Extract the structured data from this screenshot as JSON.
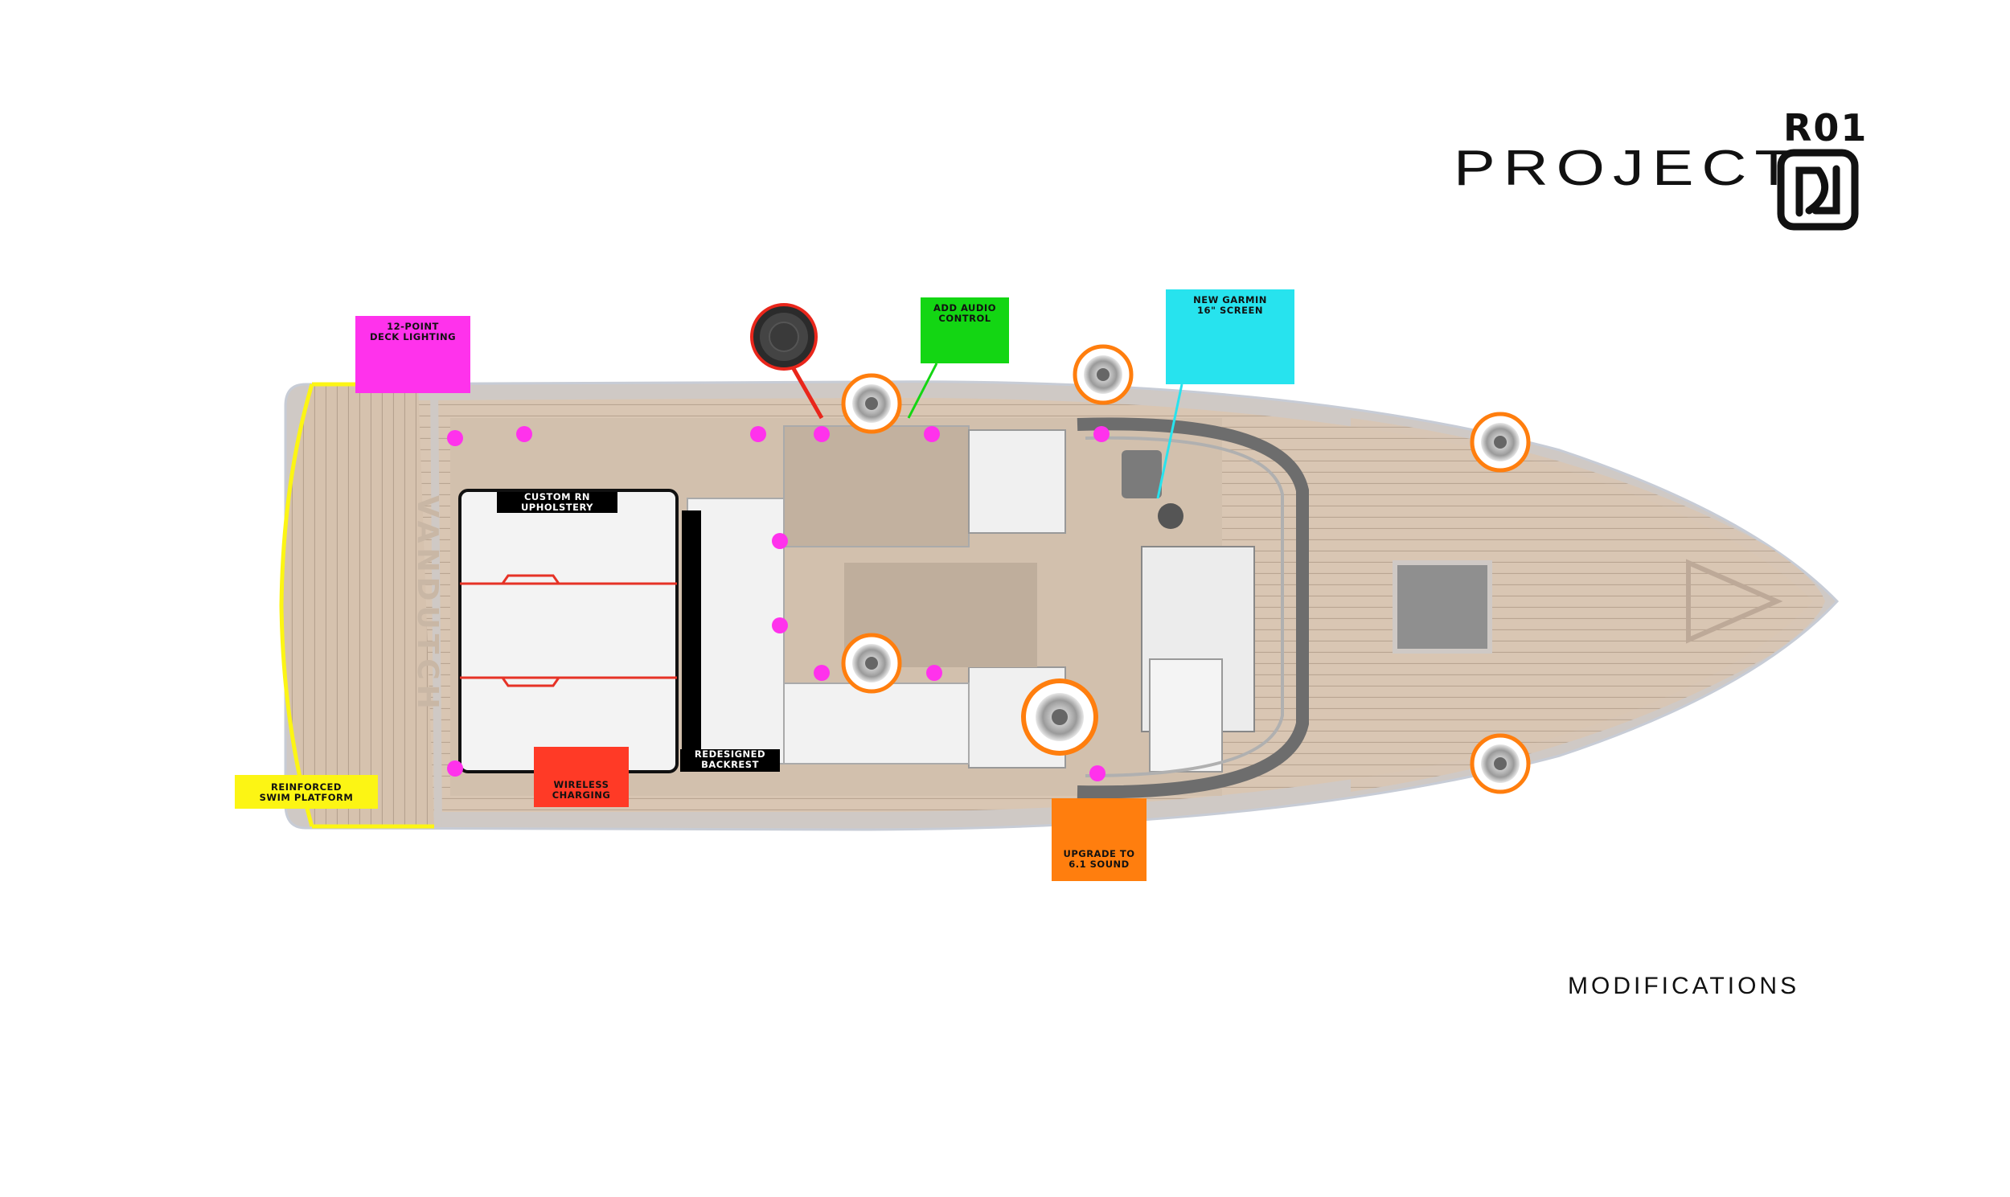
{
  "brand": {
    "word": "PROJECT",
    "code": "R01"
  },
  "footer": {
    "label": "MODIFICATIONS"
  },
  "boat": {
    "transom_text": "VANDUTCH"
  },
  "callouts": {
    "deck_lighting": {
      "line1": "12-POINT",
      "line2": "DECK LIGHTING"
    },
    "audio_control": {
      "line1": "ADD AUDIO",
      "line2": "CONTROL"
    },
    "garmin": {
      "line1": "NEW GARMIN",
      "line2": "16\" SCREEN"
    },
    "sound": {
      "line1": "UPGRADE TO",
      "line2": "6.1 SOUND"
    },
    "wireless": {
      "line1": "WIRELESS",
      "line2": "CHARGING"
    },
    "swim_platform": {
      "line1": "REINFORCED",
      "line2": "SWIM PLATFORM"
    },
    "upholstery": {
      "line1": "CUSTOM RN",
      "line2": "UPHOLSTERY"
    },
    "backrest": {
      "line1": "REDESIGNED",
      "line2": "BACKREST"
    }
  },
  "colors": {
    "deck_lighting": "#ff32ec",
    "audio_control": "#13d613",
    "garmin": "#27e3ee",
    "sound": "#ff7e0e",
    "wireless": "#ff3a26",
    "swim_platform": "#fcf514",
    "deck": "#d9c5b2",
    "hull_outline": "#c7ccd6"
  }
}
